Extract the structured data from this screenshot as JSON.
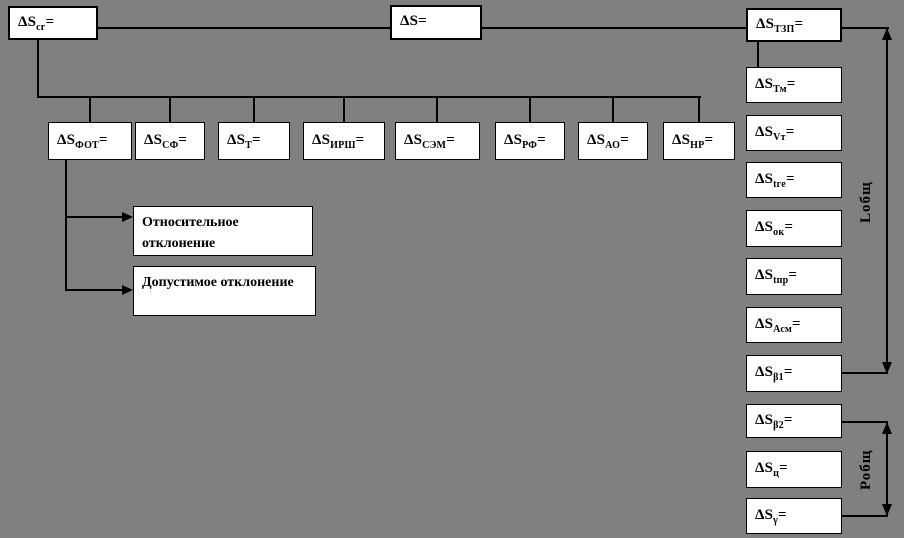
{
  "colors": {
    "background": "#808080",
    "node_fill": "#ffffff",
    "line": "#000000"
  },
  "nodes": {
    "top_left": {
      "base": "ΔS",
      "sub": "сг",
      "eq": "="
    },
    "top_center": {
      "base": "ΔS",
      "sub": "",
      "eq": "="
    },
    "mid_row": [
      {
        "base": "ΔS",
        "sub": "ФОТ",
        "eq": "="
      },
      {
        "base": "ΔS",
        "sub": "СФ",
        "eq": "="
      },
      {
        "base": "ΔS",
        "sub": "Т",
        "eq": "="
      },
      {
        "base": "ΔS",
        "sub": "ИРШ",
        "eq": "="
      },
      {
        "base": "ΔS",
        "sub": "СЭМ",
        "eq": "="
      },
      {
        "base": "ΔS",
        "sub": "РФ",
        "eq": "="
      },
      {
        "base": "ΔS",
        "sub": "АО",
        "eq": "="
      },
      {
        "base": "ΔS",
        "sub": "НР",
        "eq": "="
      }
    ],
    "right_col": [
      {
        "base": "ΔS",
        "sub": "ТЗП",
        "eq": "="
      },
      {
        "base": "ΔS",
        "sub": "Тм",
        "eq": "="
      },
      {
        "base": "ΔS",
        "sub": "Vт",
        "eq": "="
      },
      {
        "base": "ΔS",
        "sub": "tге",
        "eq": "="
      },
      {
        "base": "ΔS",
        "sub": "ок",
        "eq": "="
      },
      {
        "base": "ΔS",
        "sub": "tпр",
        "eq": "="
      },
      {
        "base": "ΔS",
        "sub": "Асм",
        "eq": "="
      },
      {
        "base": "ΔS",
        "sub": "β1",
        "eq": "="
      },
      {
        "base": "ΔS",
        "sub": "β2",
        "eq": "="
      },
      {
        "base": "ΔS",
        "sub": "ц",
        "eq": "="
      },
      {
        "base": "ΔS",
        "sub": "γ",
        "eq": "="
      }
    ],
    "notes": [
      {
        "text": "Относительное отклонение"
      },
      {
        "text": "Допустимое отклонение"
      }
    ],
    "brackets": [
      {
        "label": "Lобщ"
      },
      {
        "label": "Робщ"
      }
    ]
  }
}
